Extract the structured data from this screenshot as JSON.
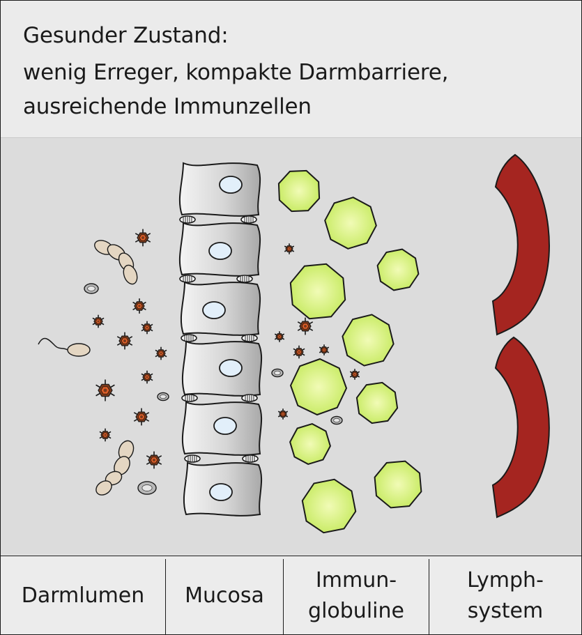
{
  "title": {
    "line1": "Gesunder Zustand:",
    "line2": "wenig Erreger, kompakte Darmbarriere,",
    "line3": "ausreichende Immunzellen"
  },
  "columns": [
    {
      "line1": "Darmlumen",
      "line2": ""
    },
    {
      "line1": "Mucosa",
      "line2": ""
    },
    {
      "line1": "Immun-",
      "line2": "globuline"
    },
    {
      "line1": "Lymph-",
      "line2": "system"
    }
  ],
  "colors": {
    "immunoglobulin_fill": "#c9ec66",
    "immunoglobulin_center": "#f1fbb6",
    "lymph": "#a52520",
    "virus": "#7a3a1c",
    "virus_core": "#e0602a",
    "bacteria": "#e4d6c2",
    "mucosa_cell": "#d2d2d2",
    "nucleus": "#e2effa"
  },
  "icons": {
    "bacteria": "rod-bacterium-icon",
    "virus": "virus-icon",
    "spore": "spore-icon",
    "immunoglobulin": "octagon-icon",
    "lymph": "lymph-vessel-icon"
  }
}
